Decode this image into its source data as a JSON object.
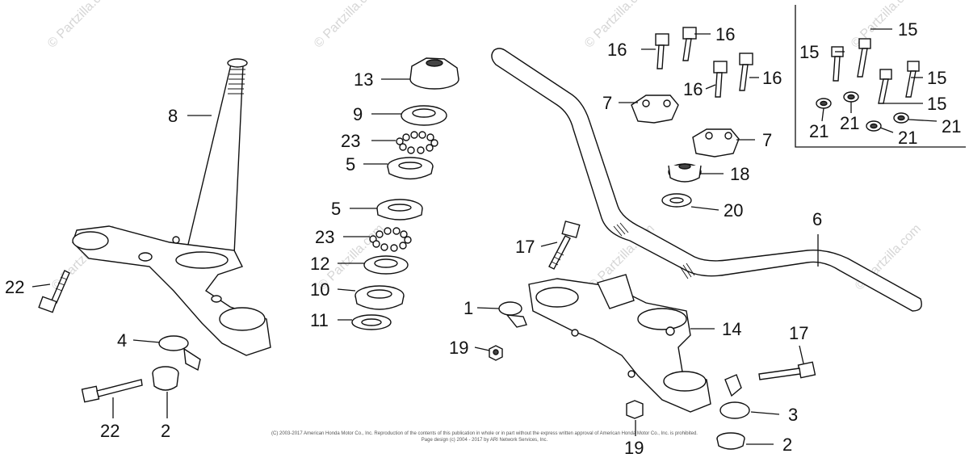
{
  "watermark": "© Partzilla.com",
  "callouts": {
    "c1": "1",
    "c2a": "2",
    "c2b": "2",
    "c3": "3",
    "c4": "4",
    "c5a": "5",
    "c5b": "5",
    "c6": "6",
    "c7a": "7",
    "c7b": "7",
    "c8": "8",
    "c9": "9",
    "c10": "10",
    "c11": "11",
    "c12": "12",
    "c13": "13",
    "c14": "14",
    "c15a": "15",
    "c15b": "15",
    "c15c": "15",
    "c15d": "15",
    "c16a": "16",
    "c16b": "16",
    "c16c": "16",
    "c16d": "16",
    "c17a": "17",
    "c17b": "17",
    "c18": "18",
    "c19a": "19",
    "c19b": "19",
    "c20": "20",
    "c21a": "21",
    "c21b": "21",
    "c21c": "21",
    "c21d": "21",
    "c22a": "22",
    "c22b": "22",
    "c23a": "23",
    "c23b": "23"
  },
  "copyright": {
    "line1": "(C) 2003-2017 American Honda Motor Co., Inc. Reproduction of the contents of this publication in whole or in part without the express written approval of American Honda Motor Co., Inc. is prohibited.",
    "line2": "Page design (c) 2004 - 2017 by ARI Network Services, Inc."
  }
}
